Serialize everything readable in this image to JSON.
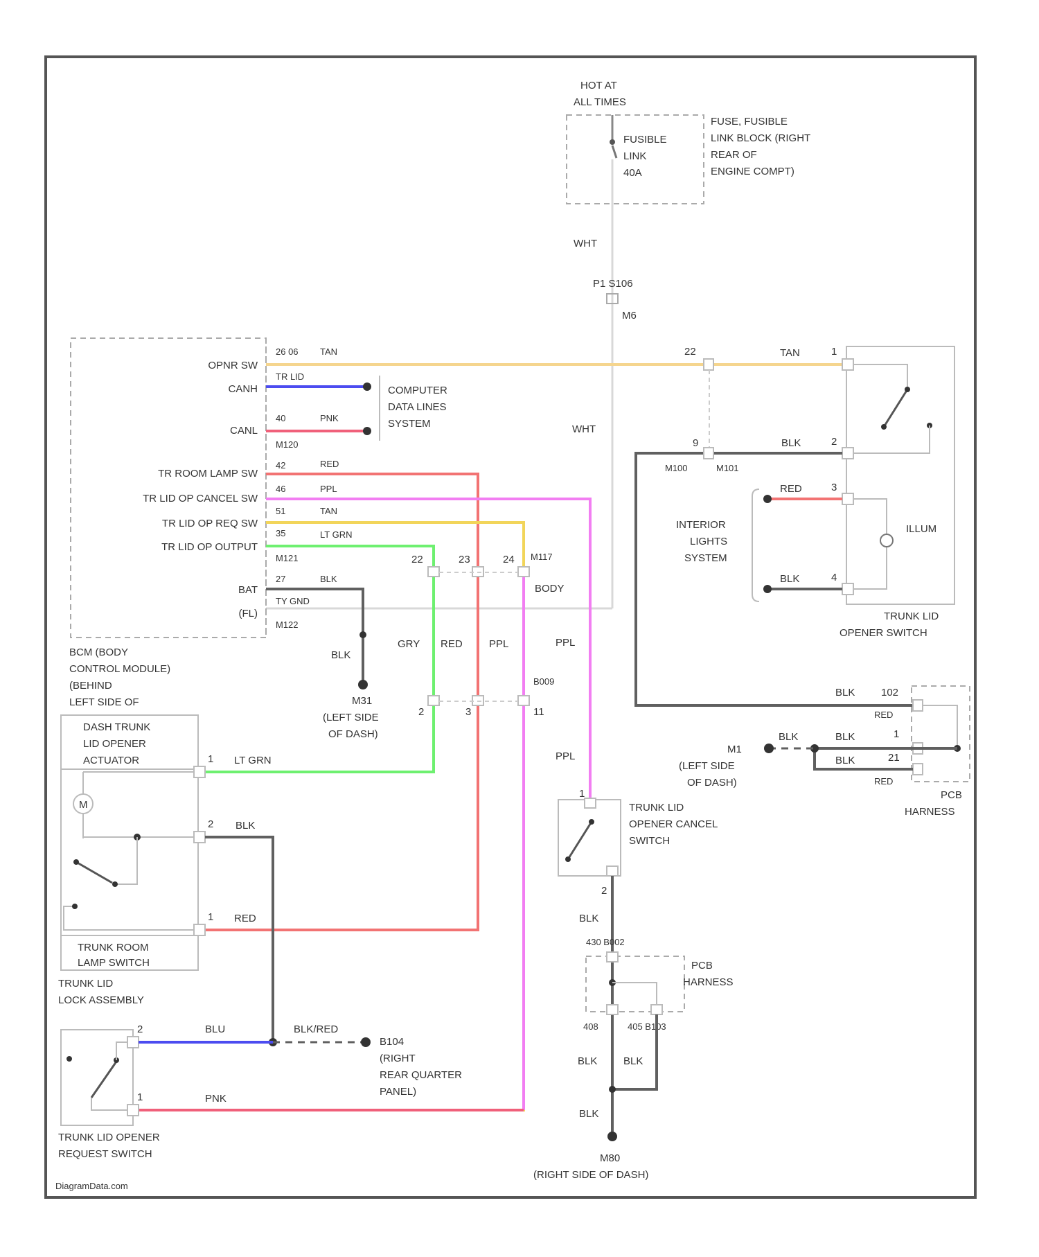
{
  "power": {
    "hot": [
      "HOT AT",
      "ALL TIMES"
    ],
    "fuse": [
      "FUSIBLE",
      "LINK",
      "40A"
    ],
    "fuse_block": [
      "FUSE, FUSIBLE",
      "LINK BLOCK (RIGHT",
      "REAR OF",
      "ENGINE COMPT)"
    ],
    "wire_top": "WHT",
    "splice": "P1  S106",
    "splice_pin": "M6",
    "wire_mid": "WHT"
  },
  "bcm": {
    "pins": {
      "opnr_sw": "OPNR SW",
      "canh": "CANH",
      "canl": "CANL",
      "room_lamp": "TR ROOM LAMP SW",
      "cancel": "TR LID OP CANCEL SW",
      "req": "TR LID OP REQ SW",
      "output": "TR LID OP OUTPUT",
      "bat": "BAT",
      "fl": "(FL)"
    },
    "conn": [
      "26 06",
      "TR LID",
      "40",
      "M120",
      "42",
      "46",
      "51",
      "35",
      "M121",
      "27",
      "TY GND",
      "M122"
    ],
    "label": [
      "BCM (BODY",
      "CONTROL MODULE)",
      "(BEHIND",
      "LEFT SIDE OF"
    ]
  },
  "wires": {
    "tan": "TAN",
    "blu": "BLU",
    "pnk": "PNK",
    "red": "RED",
    "ppl": "PPL",
    "ltgrn": "LT GRN",
    "blk": "BLK",
    "gry": "GRY",
    "wht": "WHT",
    "blkred": "BLK/RED",
    "body": "BODY",
    "wht2": "WHT"
  },
  "can": [
    "COMPUTER",
    "DATA LINES",
    "SYSTEM"
  ],
  "junction": {
    "pins_top": [
      "22",
      "23",
      "24"
    ],
    "conn_top": "M117",
    "pins_bot": [
      "2",
      "3",
      "11"
    ],
    "conn_bot": "B009"
  },
  "ground_left": {
    "id": "M31",
    "label": [
      "(LEFT SIDE",
      "OF DASH)"
    ]
  },
  "actuator": {
    "title": [
      "DASH TRUNK",
      "LID OPENER",
      "ACTUATOR"
    ],
    "motor": "M",
    "pins": [
      "1",
      "2",
      "1"
    ],
    "switch": [
      "TRUNK ROOM",
      "LAMP SWITCH"
    ],
    "assembly": [
      "TRUNK LID",
      "LOCK ASSEMBLY"
    ]
  },
  "request_switch": {
    "pins": [
      "2",
      "1"
    ],
    "label": [
      "TRUNK LID OPENER",
      "REQUEST SWITCH"
    ]
  },
  "ground_body": {
    "id": "B104",
    "label": [
      "(RIGHT",
      "REAR QUARTER",
      "PANEL)"
    ]
  },
  "opener_switch": {
    "pins": [
      "1",
      "2",
      "3",
      "4"
    ],
    "illum": "ILLUM",
    "label": [
      "TRUNK LID",
      "OPENER SWITCH"
    ],
    "conn": [
      "22",
      "9",
      "M100",
      "M101"
    ]
  },
  "interior_lights": [
    "INTERIOR",
    "LIGHTS",
    "SYSTEM"
  ],
  "pcb_right": {
    "pins": [
      "102",
      "1",
      "21"
    ],
    "wires": [
      "BLK",
      "RED",
      "BLK",
      "BLK",
      "RED"
    ],
    "label": [
      "PCB",
      "HARNESS"
    ]
  },
  "ground_m1": {
    "id": "M1",
    "label": [
      "(LEFT SIDE",
      "OF DASH)"
    ]
  },
  "cancel_switch": {
    "pins": [
      "1",
      "2"
    ],
    "label": [
      "TRUNK LID",
      "OPENER CANCEL",
      "SWITCH"
    ]
  },
  "pcb_bottom": {
    "conn": "430  B002",
    "pins": [
      "408",
      "405  B103"
    ],
    "label": [
      "PCB",
      "HARNESS"
    ]
  },
  "ground_bottom": {
    "id": "M80",
    "label": "(RIGHT SIDE OF DASH)"
  },
  "footer": "DiagramData.com",
  "colors": {
    "tan": "#f5d58e",
    "blu": "#4c4cf0",
    "pnk": "#f0607a",
    "red": "#f27373",
    "ppl": "#f27ef2",
    "ltgrn": "#6ef070",
    "blk": "#606060",
    "gry": "#d0d0d0",
    "ylw": "#f2d55a"
  }
}
